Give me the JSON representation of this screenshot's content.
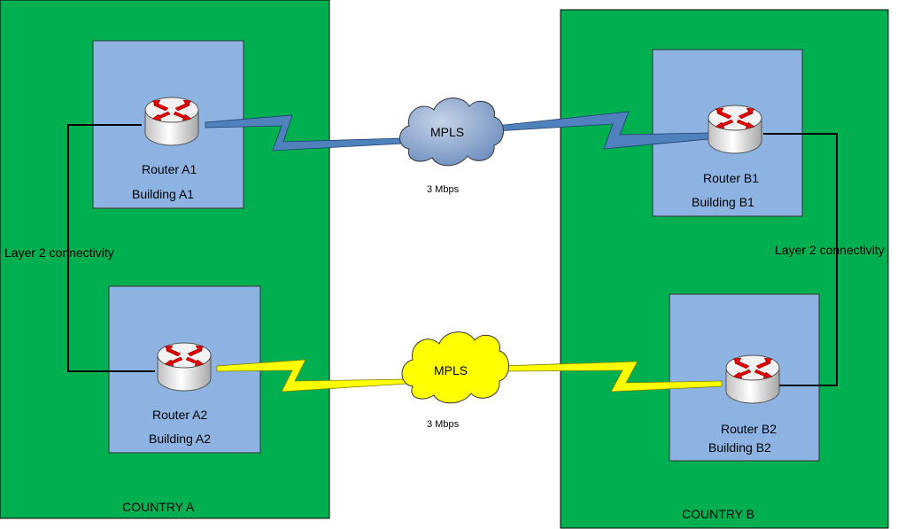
{
  "countries": [
    {
      "label": "COUNTRY A",
      "buildings": [
        {
          "router": "Router A1",
          "building": "Building A1"
        },
        {
          "router": "Router A2",
          "building": "Building A2"
        }
      ],
      "layer2_label": "Layer 2 connectivity"
    },
    {
      "label": "COUNTRY B",
      "buildings": [
        {
          "router": "Router B1",
          "building": "Building B1"
        },
        {
          "router": "Router B2",
          "building": "Building B2"
        }
      ],
      "layer2_label": "Layer 2 connectivity"
    }
  ],
  "clouds": [
    {
      "label": "MPLS",
      "bandwidth": "3 Mbps",
      "color": "#7f9fcf"
    },
    {
      "label": "MPLS",
      "bandwidth": "3 Mbps",
      "color": "#ffff00"
    }
  ],
  "colors": {
    "country": "#00b050",
    "building": "#8db3e2",
    "link_top": "#4f81bd",
    "link_bottom": "#ffff00",
    "arrow": "#e00000"
  }
}
